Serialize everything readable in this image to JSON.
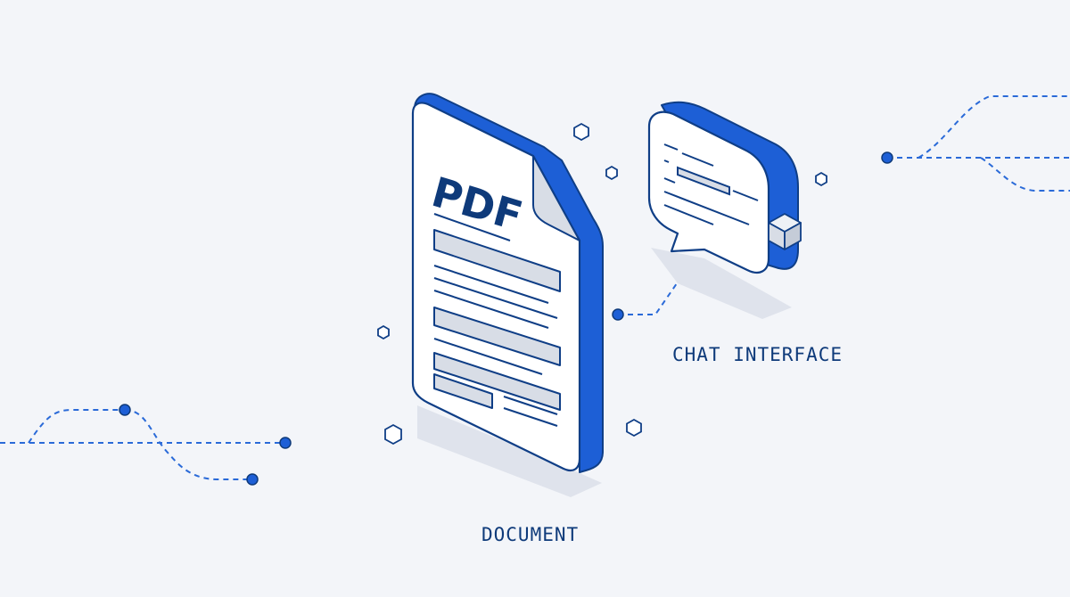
{
  "document": {
    "badge": "PDF",
    "caption": "DOCUMENT"
  },
  "chat": {
    "caption": "CHAT INTERFACE"
  },
  "colors": {
    "background": "#f3f5f9",
    "accent": "#1d5fd6",
    "accent_dark": "#0e3a7a",
    "outline": "#0f3e86",
    "paper": "#ffffff",
    "bar_fill": "#d8dde6",
    "shadow": "#dfe3ec"
  },
  "icons": {
    "document": "pdf-document-icon",
    "chat": "chat-bubble-icon",
    "cube": "cube-icon",
    "hexagon": "hexagon-icon"
  }
}
